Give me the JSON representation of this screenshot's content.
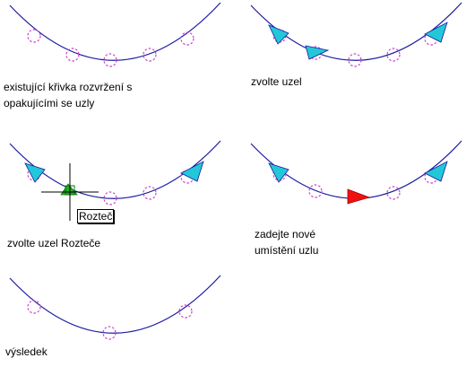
{
  "captions": {
    "step1": "existující křivka rozvržení s\nopakujícími se uzly",
    "step2": "zvolte uzel",
    "step3": "zvolte uzel Rozteče",
    "step4": "zadejte nové\numístění uzlu",
    "step5": "výsledek"
  },
  "tooltip": {
    "label": "Rozteč"
  },
  "colors": {
    "curve": "#1a1aa0",
    "node_marker": "#cc44cc",
    "selection_grip": "#22c8d8",
    "pitch_grip": "#22aa22",
    "moving_grip": "#ee1111",
    "crosshair": "#000000"
  },
  "icons": {
    "node": "dashed-circle-icon",
    "grip": "triangle-grip-icon",
    "cursor": "crosshair-icon"
  }
}
